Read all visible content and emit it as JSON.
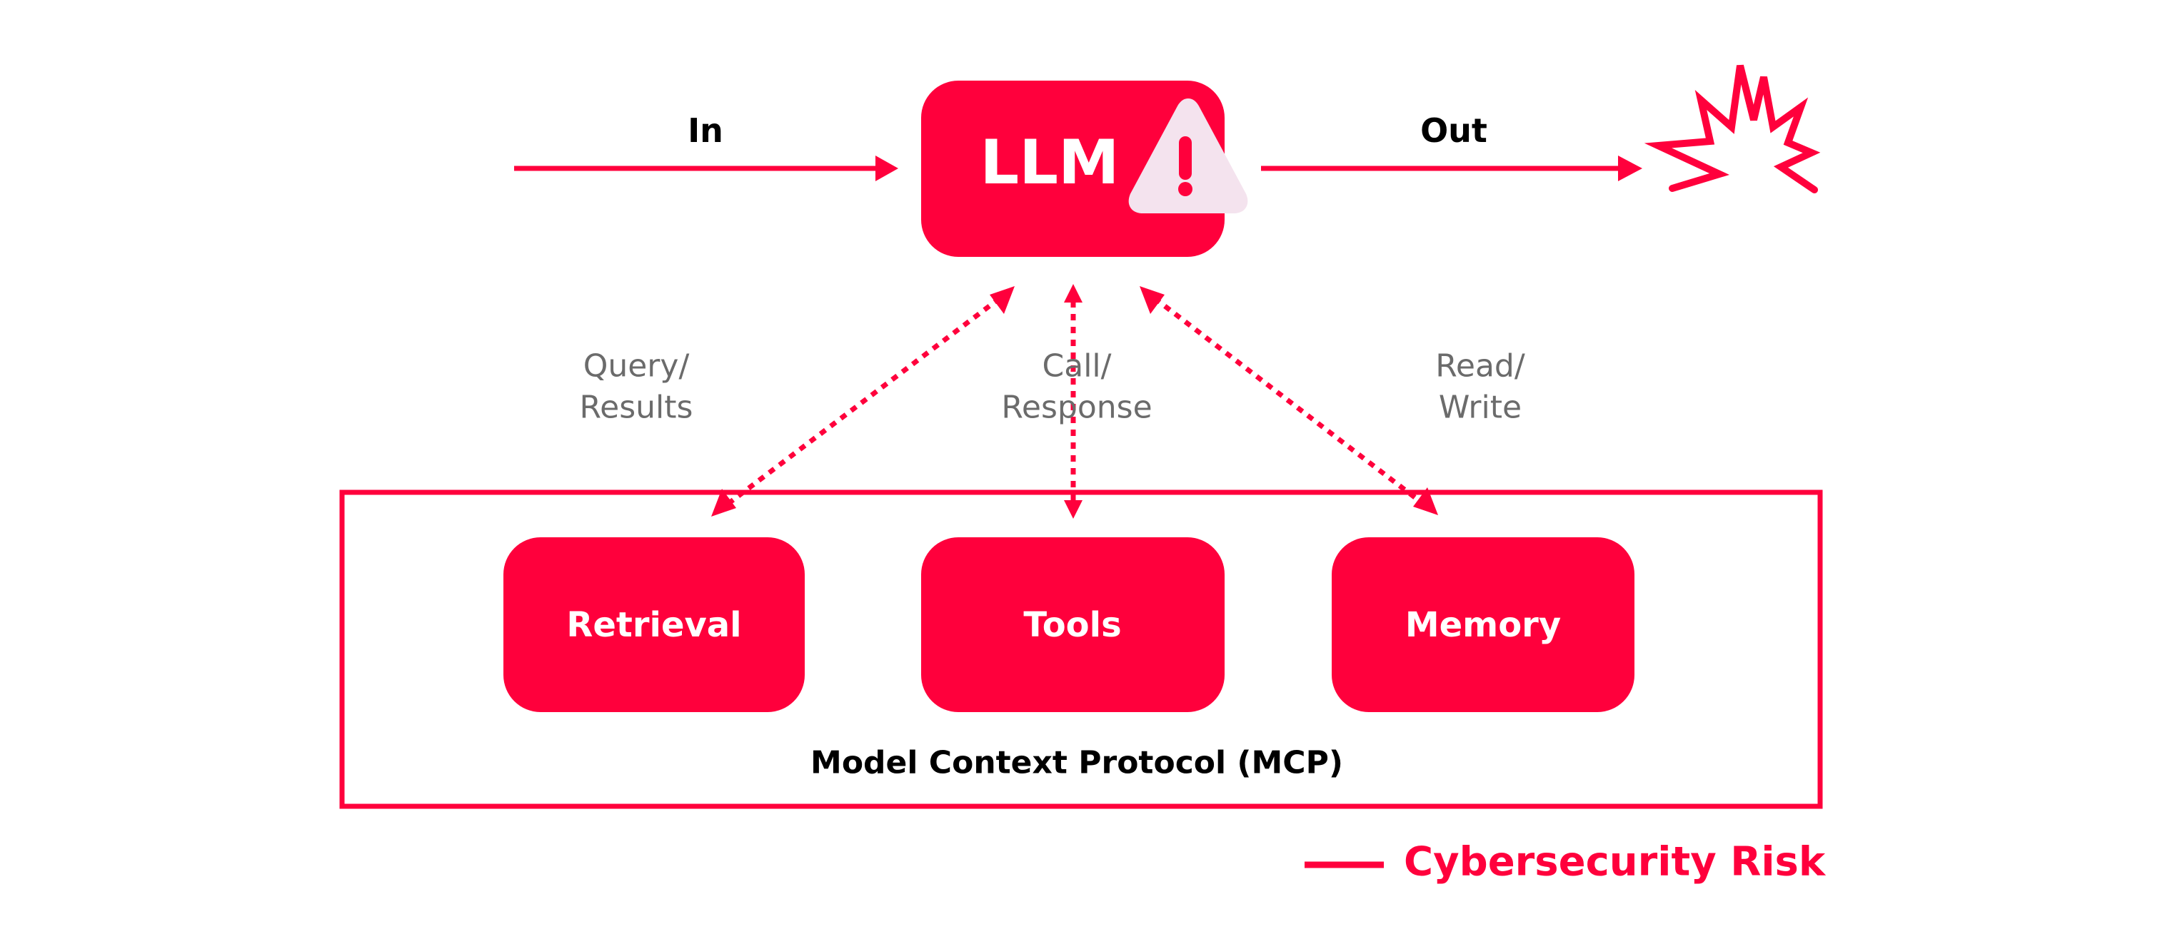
{
  "colors": {
    "risk_red": "#ff003c",
    "warning_fill": "#f4e3ee",
    "edge_label_gray": "#6b6b6b",
    "text_black": "#000000"
  },
  "llm": {
    "label": "LLM",
    "icon": "warning-icon"
  },
  "input": {
    "label": "In"
  },
  "output": {
    "label": "Out",
    "icon": "explosion-icon"
  },
  "edges": {
    "retrieval": [
      "Query/",
      "Results"
    ],
    "tools": [
      "Call/",
      "Response"
    ],
    "memory": [
      "Read/",
      "Write"
    ]
  },
  "components": {
    "retrieval": "Retrieval",
    "tools": "Tools",
    "memory": "Memory"
  },
  "mcp": {
    "label": "Model Context Protocol (MCP)"
  },
  "legend": {
    "label": "Cybersecurity Risk"
  }
}
